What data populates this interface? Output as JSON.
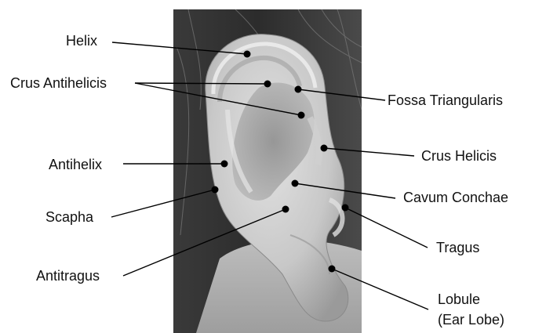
{
  "labels": {
    "helix": "Helix",
    "crus_antihelicis": "Crus Antihelicis",
    "antihelix": "Antihelix",
    "scapha": "Scapha",
    "antitragus": "Antitragus",
    "fossa_triangularis": "Fossa Triangularis",
    "crus_helicis": "Crus Helicis",
    "cavum_conchae": "Cavum Conchae",
    "tragus": "Tragus",
    "lobule_line1": "Lobule",
    "lobule_line2": "(Ear Lobe)"
  },
  "colors": {
    "label_text": "#111111",
    "pointer": "#000000",
    "photo_dark": "#2a2a2a",
    "skin_light": "#d4d4d4"
  }
}
